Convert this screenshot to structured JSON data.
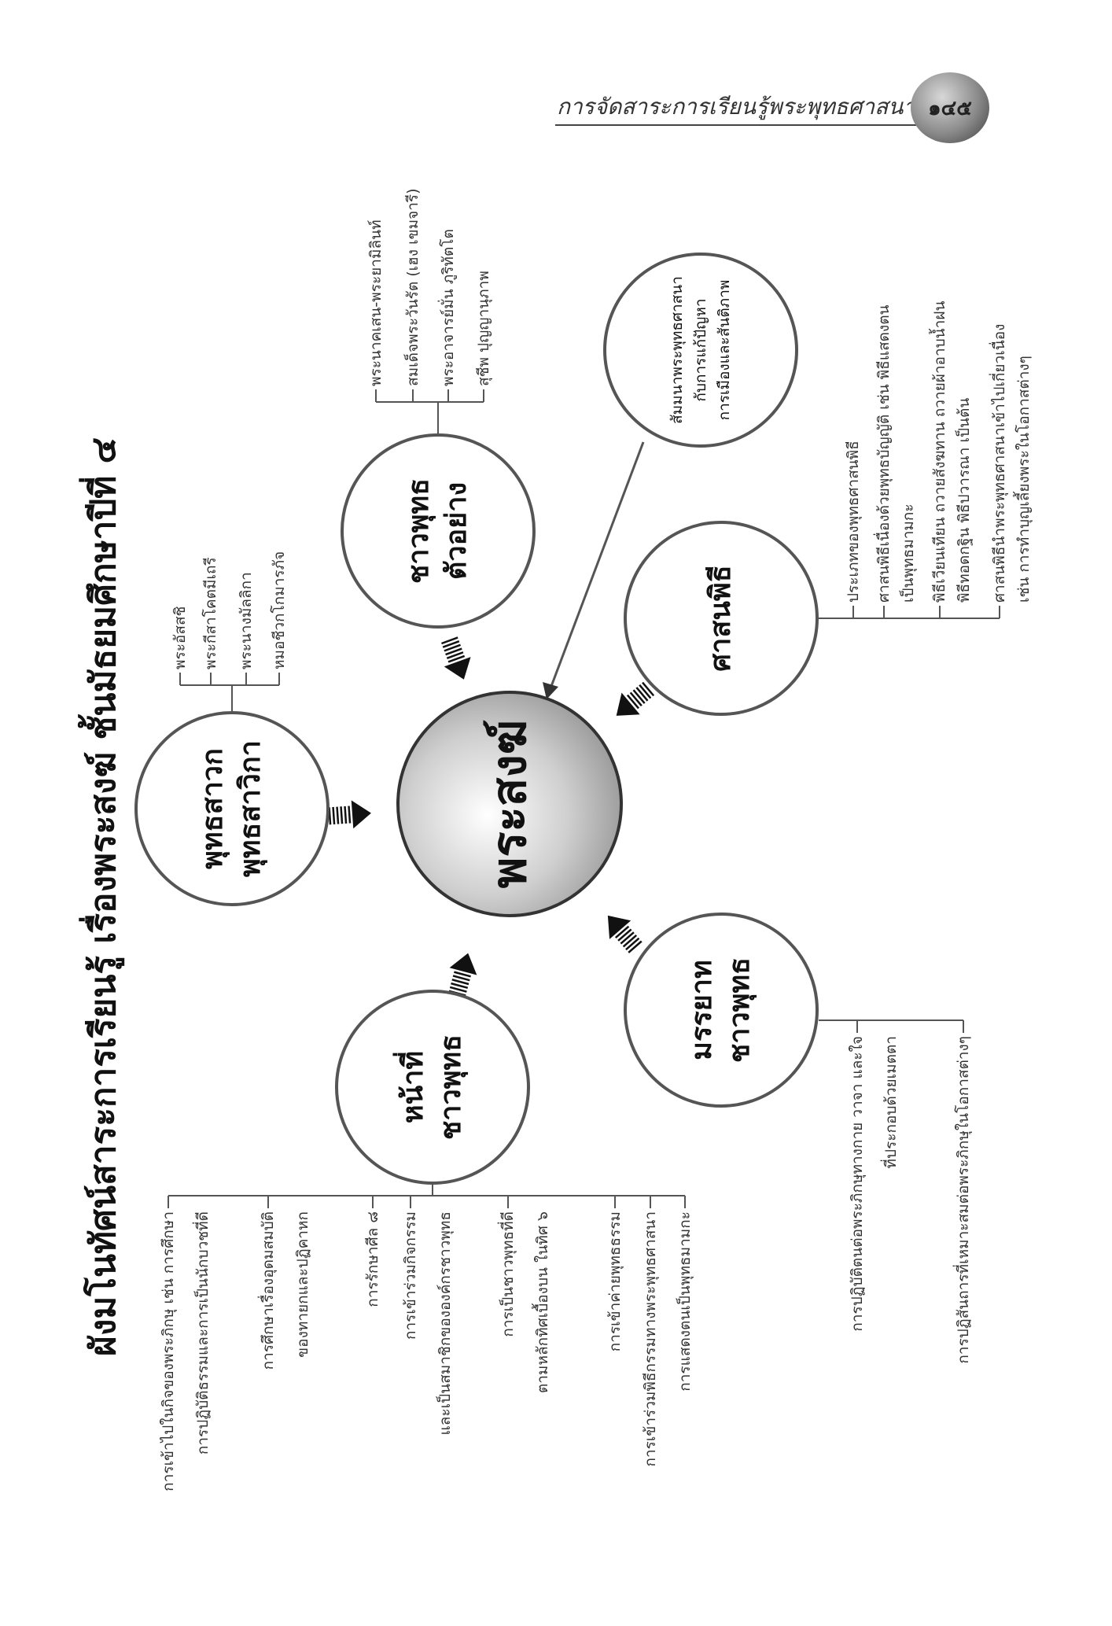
{
  "header": {
    "title": "การจัดสาระการเรียนรู้พระพุทธศาสนา",
    "page": "๑๔๕"
  },
  "title": "ผังมโนทัศน์สาระการเรียนรู้ เรื่องพระสงฆ์ ชั้นมัธยมศึกษาปีที่ ๔",
  "center": {
    "label": "พระสงฆ์"
  },
  "nodes": {
    "sawok": {
      "label": [
        "พุทธสาวก",
        "พุทธสาวิกา"
      ],
      "items": [
        [
          "พระอัสสชิ"
        ],
        [
          "พระกีสาโคตมีเถรี"
        ],
        [
          "พระนางมัลลิกา"
        ],
        [
          "หมอชีวกโกมารภัจ"
        ]
      ]
    },
    "tuayang": {
      "label": [
        "ชาวพุทธ",
        "ตัวอย่าง"
      ],
      "items": [
        [
          "พระนาคเสน-พระยามิลินท์"
        ],
        [
          "สมเด็จพระวันรัต (เฮง เขมจารี)"
        ],
        [
          "พระอาจารย์มั่น ภูริทัตโต"
        ],
        [
          "สุชีพ ปุญญานุภาพ"
        ]
      ]
    },
    "pithi": {
      "label": [
        "ศาสนพิธี"
      ],
      "items": [
        [
          "ประเภทของพุทธศาสนพิธี"
        ],
        [
          "ศาสนพิธีเนื่องด้วยพุทธบัญญัติ เช่น พิธีแสดงตน",
          "เป็นพุทธมามกะ"
        ],
        [
          "พิธีเวียนเทียน ถวายสังฆทาน ถวายผ้าอาบน้ำฝน",
          "พิธีทอดกฐิน พิธีปวารณา เป็นต้น"
        ],
        [
          "ศาสนพิธีนำพระพุทธศาสนาเข้าไปเกี่ยวเนื่อง",
          "เช่น การทำบุญเลี้ยงพระในโอกาสต่างๆ"
        ]
      ]
    },
    "marayat": {
      "label": [
        "มรรยาท",
        "ชาวพุทธ"
      ],
      "items": [
        [
          "การปฏิบัติตนต่อพระภิกษุทางกาย วาจา และใจ",
          "ที่ประกอบด้วยเมตตา"
        ],
        [
          "การปฏิสันถารที่เหมาะสมต่อพระภิกษุในโอกาสต่างๆ"
        ]
      ]
    },
    "natee": {
      "label": [
        "หน้าที่",
        "ชาวพุทธ"
      ],
      "items": [
        [
          "การเข้าไปในกิจของพระภิกษุ เช่น การศึกษา",
          "การปฏิบัติธรรมและการเป็นนักบวชที่ดี"
        ],
        [
          "การศึกษาเรื่องอุดมสมบัติ",
          "ของทายกและปฏิคาหก"
        ],
        [
          "การรักษาศีล ๘"
        ],
        [
          "การเข้าร่วมกิจกรรม",
          "และเป็นสมาชิกขององค์กรชาวพุทธ"
        ],
        [
          "การเป็นชาวพุทธที่ดี",
          "ตามหลักทิศเบื้องบน ในทิศ ๖"
        ],
        [
          "การเข้าค่ายพุทธธรรม"
        ],
        [
          "การเข้าร่วมพิธีกรรมทางพระพุทธศาสนา"
        ],
        [
          "การแสดงตนเป็นพุทธมามกะ"
        ]
      ]
    }
  },
  "seminar": {
    "label": [
      "สัมมนาพระพุทธศาสนา",
      "กับการแก้ปัญหา",
      "การเมืองและสันติภาพ"
    ]
  }
}
